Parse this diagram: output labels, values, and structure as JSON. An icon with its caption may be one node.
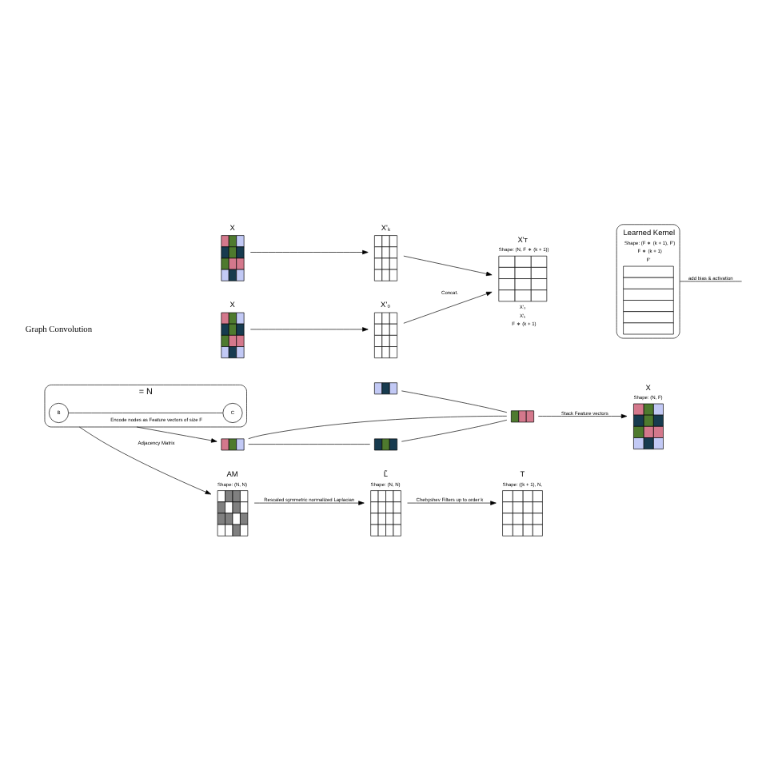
{
  "diagram": {
    "nodes": [
      {
        "text": [
          "= N"
        ]
      },
      {
        "text": [
          "B"
        ],
        "in": 0
      },
      {
        "text": [
          "C"
        ],
        "in": 0
      },
      {
        "text": [],
        "shape": "bar"
      },
      {
        "text": [],
        "shape": "bar"
      },
      {
        "text": [],
        "shape": "bar"
      },
      {
        "text": [],
        "shape": "bar"
      },
      {
        "text": [
          "X",
          "Shape: (N, F)"
        ]
      },
      {
        "text": [
          "AM",
          "Shape: (N, N)"
        ]
      },
      {
        "text": [
          "L̃",
          "Shape: (N, N)"
        ]
      },
      {
        "text": [
          "T",
          "Shape: ((k + 1), N,"
        ]
      },
      {
        "text": [
          "X"
        ]
      },
      {
        "text": [
          "X'₀"
        ]
      },
      {
        "text": [
          "X"
        ]
      },
      {
        "text": [
          "X'ₖ"
        ]
      },
      {
        "text": [
          "X'ᴛ",
          "Shape: (N, F ∗ (k + 1))"
        ],
        "beside": [
          "X'₀",
          "X'ₖ",
          "F ∗ (k + 1)"
        ]
      },
      {
        "text": [
          "Learned Kernel",
          "Shape: (F ∗ (k + 1), F')",
          "F ∗ (k + 1)",
          "F'"
        ]
      }
    ],
    "edges": [
      {
        "from": 1,
        "to": 2,
        "arrow": "none"
      },
      {
        "from": 0,
        "to": 3,
        "arrow": "to",
        "label": "Encode nodes as Feature vectors of size F"
      },
      {
        "from": 3,
        "to": 5,
        "arrow": "none"
      },
      {
        "from": 3,
        "to": 6,
        "arrow": "none"
      },
      {
        "from": 4,
        "to": 6,
        "arrow": "none"
      },
      {
        "from": 5,
        "to": 6,
        "arrow": "none"
      },
      {
        "from": 6,
        "to": 7,
        "arrow": "to",
        "label": "Stack Feature vectors"
      },
      {
        "from": 0,
        "to": 8,
        "arrow": "to",
        "label": "Adjacency Matrix"
      },
      {
        "from": 8,
        "to": 9,
        "arrow": "to",
        "label": "Rescaled symmetric normalized Laplacian"
      },
      {
        "from": 9,
        "to": 10,
        "arrow": "to",
        "label": "Chebyshev Filters up to order k"
      },
      {
        "from": 11,
        "to": 12,
        "arrow": "to"
      },
      {
        "from": 13,
        "to": 14,
        "arrow": "to"
      },
      {
        "from": 12,
        "to": 15,
        "arrow": "to",
        "label": "Concat."
      },
      {
        "from": 14,
        "to": 15,
        "arrow": "to"
      },
      {
        "from": 16,
        "to": null,
        "arrow": "none",
        "label": "add bias & activation"
      }
    ],
    "labels": [
      "Graph Convolution"
    ]
  }
}
